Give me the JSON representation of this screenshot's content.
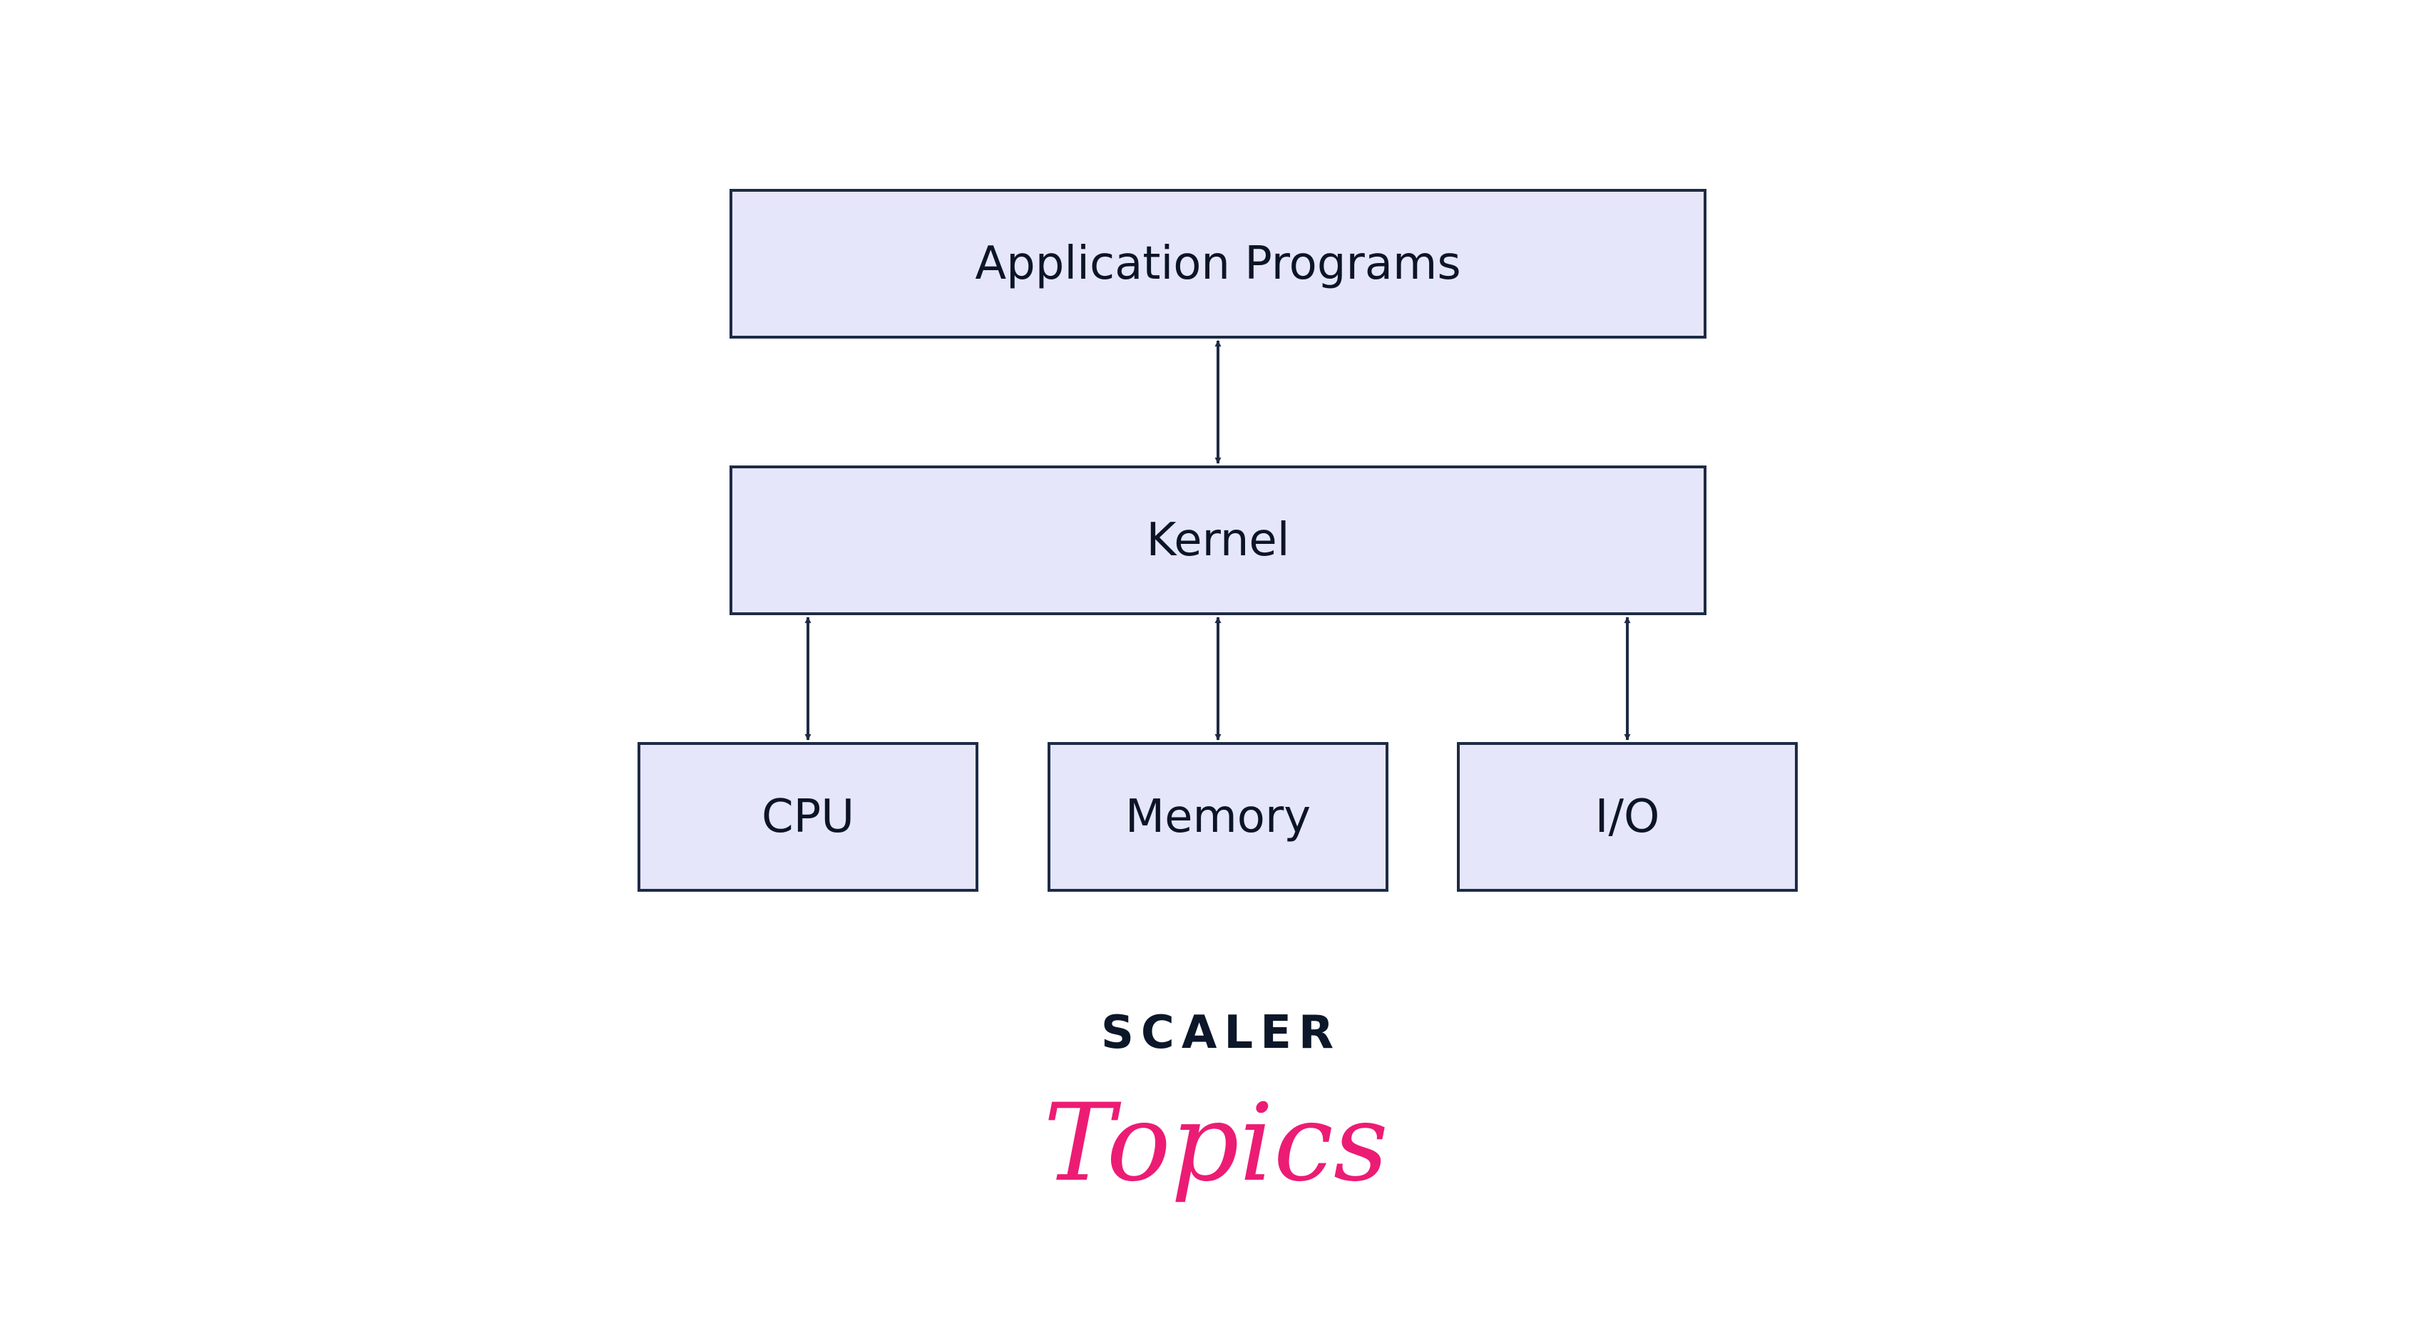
{
  "diagram": {
    "nodes": [
      {
        "id": "apps",
        "label": "Application Programs"
      },
      {
        "id": "kernel",
        "label": "Kernel"
      },
      {
        "id": "cpu",
        "label": "CPU"
      },
      {
        "id": "memory",
        "label": "Memory"
      },
      {
        "id": "io",
        "label": "I/O"
      }
    ],
    "edges": [
      {
        "from": "apps",
        "to": "kernel",
        "direction": "bidirectional"
      },
      {
        "from": "kernel",
        "to": "cpu",
        "direction": "bidirectional"
      },
      {
        "from": "kernel",
        "to": "memory",
        "direction": "bidirectional"
      },
      {
        "from": "kernel",
        "to": "io",
        "direction": "bidirectional"
      }
    ],
    "colors": {
      "box_fill": "#e6e6fb",
      "stroke": "#1e2b45",
      "text": "#0c1526"
    }
  },
  "logo": {
    "line1": "SCALER",
    "line2": "Topics",
    "colors": {
      "line1": "#0c1729",
      "line2": "#ec1c74"
    }
  }
}
